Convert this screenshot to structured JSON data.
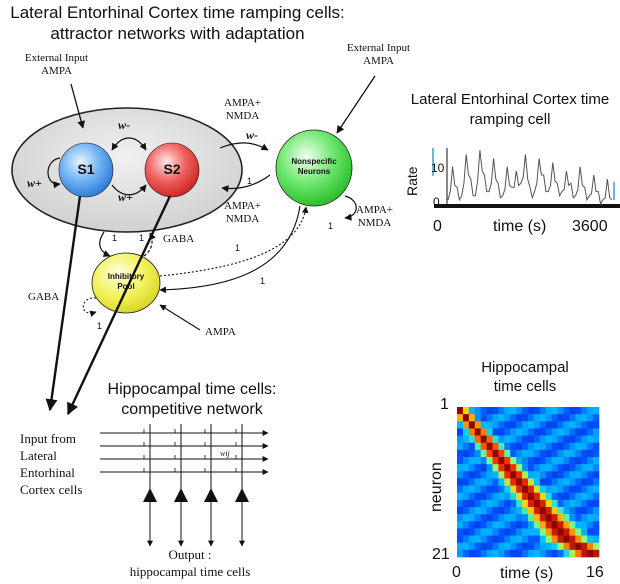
{
  "title": {
    "line1": "Lateral Entorhinal Cortex time ramping cells:",
    "line2": "attractor networks with adaptation"
  },
  "network": {
    "ext_input_left": [
      "External Input",
      "AMPA"
    ],
    "ext_input_right": [
      "External Input",
      "AMPA"
    ],
    "s1": "S1",
    "s2": "S2",
    "w_minus_top": "w-",
    "w_plus_left": "w+",
    "w_plus_mid": "w+",
    "w_minus_right": "w-",
    "ampa_nmda_upper": [
      "AMPA+",
      "NMDA"
    ],
    "ampa_nmda_lower": [
      "AMPA+",
      "NMDA"
    ],
    "ampa_nmda_self": [
      "AMPA+",
      "NMDA"
    ],
    "nonspecific": [
      "Nonspecific",
      "Neurons"
    ],
    "inhibitory": [
      "Inhibitory",
      "Pool"
    ],
    "gaba_right": "GABA",
    "gaba_left": "GABA",
    "ampa_bottom": "AMPA",
    "one_labels": [
      "1",
      "1",
      "1",
      "1",
      "1",
      "1",
      "1"
    ]
  },
  "hippo_network": {
    "title_line1": "Hippocampal time cells:",
    "title_line2": "competitive network",
    "input_label": [
      "Input from",
      "Lateral",
      "Entorhinal",
      "Cortex cells"
    ],
    "weight_label": "wij",
    "output_label": [
      "Output :",
      "hippocampal time cells"
    ]
  },
  "chart_data": [
    {
      "type": "line",
      "title": "Lateral Entorhinal Cortex time ramping cell",
      "xlabel": "time (s)",
      "ylabel": "Rate",
      "x_ticks": [
        "0",
        "3600"
      ],
      "y_ticks": [
        "0",
        "10"
      ],
      "xlim": [
        0,
        3600
      ],
      "ylim": [
        0,
        14
      ],
      "series": [
        {
          "x": [
            0,
            100,
            200,
            300,
            400,
            500,
            600,
            700,
            800,
            900,
            1000,
            1100,
            1200,
            1300,
            1400,
            1500,
            1600,
            1700,
            1800,
            1900,
            2000,
            2100,
            2200,
            2300,
            2400,
            2500,
            2600,
            2700,
            2800,
            2900,
            3000,
            3100,
            3200,
            3300,
            3400,
            3500,
            3600
          ],
          "values": [
            1,
            9,
            4,
            2,
            12,
            6,
            2,
            13,
            7,
            3,
            11,
            5,
            2,
            9,
            4,
            8,
            5,
            12,
            4,
            3,
            11,
            7,
            3,
            10,
            5,
            3,
            8,
            5,
            2,
            9,
            4,
            2,
            7,
            3,
            1,
            6,
            1
          ]
        }
      ]
    },
    {
      "type": "heatmap",
      "title": "Hippocampal time cells",
      "xlabel": "time (s)",
      "ylabel": "neuron",
      "x_ticks": [
        "0",
        "16"
      ],
      "y_ticks": [
        "1",
        "21"
      ],
      "xlim": [
        0,
        16
      ],
      "ylim": [
        1,
        21
      ],
      "n_neurons": 21,
      "n_time_bins": 24,
      "peak_bin": [
        0,
        1,
        2,
        3,
        4,
        5,
        6,
        7,
        8,
        9,
        10,
        11,
        12,
        13,
        14,
        15,
        16,
        17,
        18,
        20,
        22
      ],
      "colormap": [
        "#00008f",
        "#0050ff",
        "#00d0ff",
        "#80ff80",
        "#ffd000",
        "#ff3000",
        "#800000"
      ]
    }
  ]
}
